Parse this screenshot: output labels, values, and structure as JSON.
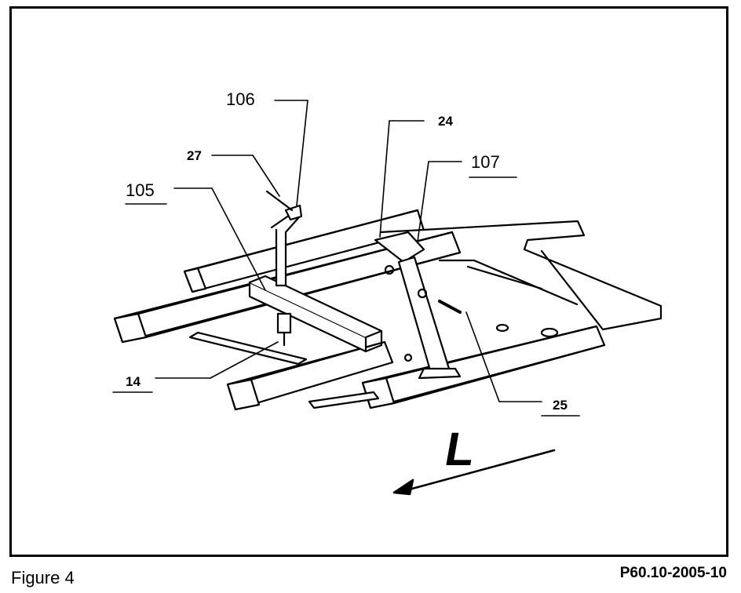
{
  "figure": {
    "caption": "Figure 4",
    "reference_code": "P60.10-2005-10",
    "direction_letter": "L",
    "callouts": [
      {
        "id": "106",
        "text": "106"
      },
      {
        "id": "27",
        "text": "27"
      },
      {
        "id": "105",
        "text": "105"
      },
      {
        "id": "24",
        "text": "24"
      },
      {
        "id": "107",
        "text": "107"
      },
      {
        "id": "14",
        "text": "14"
      },
      {
        "id": "25",
        "text": "25"
      }
    ]
  }
}
